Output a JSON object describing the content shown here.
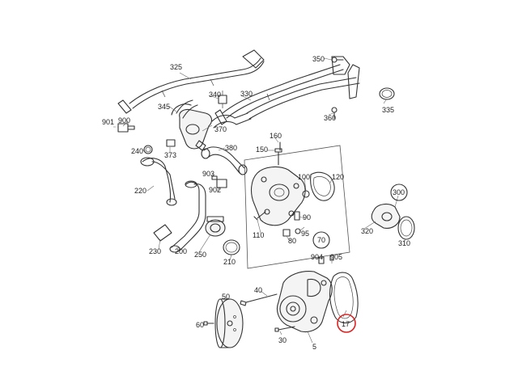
{
  "labels": {
    "l325": "325",
    "l350": "350",
    "l340": "340",
    "l330": "330",
    "l345": "345",
    "l335": "335",
    "l360": "360",
    "l901": "901",
    "l900": "900",
    "l370": "370",
    "l240": "240",
    "l373": "373",
    "l380": "380",
    "l160": "160",
    "l150": "150",
    "l100": "100",
    "l120": "120",
    "l903": "903",
    "l902": "902",
    "l220": "220",
    "l300": "300",
    "l320": "320",
    "l310": "310",
    "l90": "90",
    "l80": "80",
    "l95": "95",
    "l110": "110",
    "l70": "70",
    "l230": "230",
    "l200": "200",
    "l250": "250",
    "l210": "210",
    "l904": "904",
    "l905": "905",
    "l40": "40",
    "l50": "50",
    "l60": "60",
    "l30": "30",
    "l5": "5",
    "l17": "17"
  },
  "highlight": {
    "part": "17",
    "color": "#dd2222"
  }
}
